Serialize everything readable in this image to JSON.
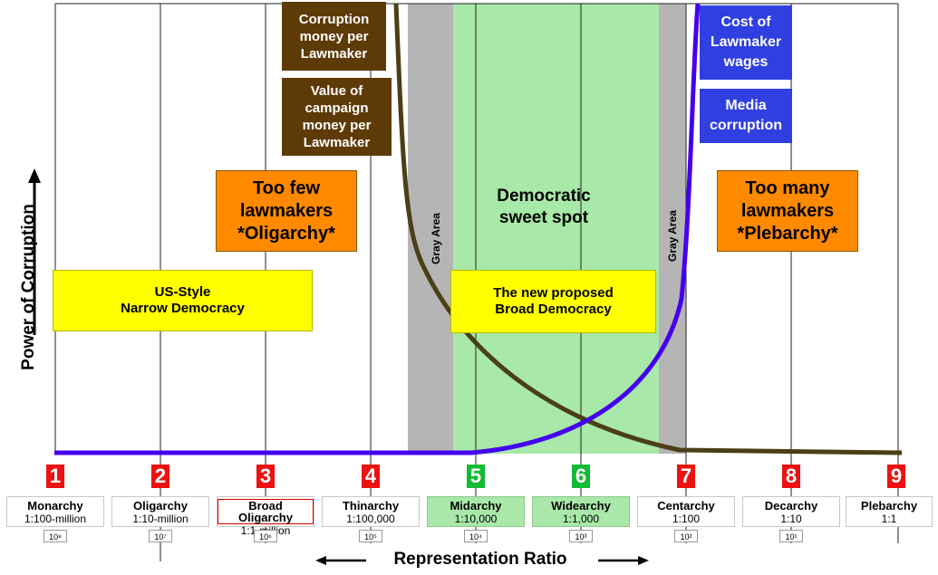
{
  "axes": {
    "x_label": "Representation Ratio",
    "y_label": "Power of Corruption"
  },
  "zones": {
    "gray_left": "Gray Area",
    "gray_right": "Gray Area",
    "sweet_spot": "Democratic\nsweet spot"
  },
  "boxes": {
    "corruption_money": "Corruption\nmoney per\nLawmaker",
    "campaign_money": "Value of\ncampaign\nmoney per\nLawmaker",
    "lawmaker_wages": "Cost of\nLawmaker\nwages",
    "media_corruption": "Media\ncorruption",
    "too_few": "Too few\nlawmakers\n*Oligarchy*",
    "too_many": "Too many\nlawmakers\n*Plebarchy*",
    "us_style": "US-Style\nNarrow Democracy",
    "proposed": "The new proposed\nBroad Democracy"
  },
  "levels": [
    {
      "num": "1",
      "name": "Monarchy",
      "ratio": "1:100-million",
      "exp": "10⁸",
      "color": "#ee1111"
    },
    {
      "num": "2",
      "name": "Oligarchy",
      "ratio": "1:10-million",
      "exp": "10⁷",
      "color": "#ee1111"
    },
    {
      "num": "3",
      "name": "Broad Oligarchy",
      "ratio": "1:1-million",
      "exp": "10⁶",
      "color": "#ee1111"
    },
    {
      "num": "4",
      "name": "Thinarchy",
      "ratio": "1:100,000",
      "exp": "10⁵",
      "color": "#ee1111"
    },
    {
      "num": "5",
      "name": "Midarchy",
      "ratio": "1:10,000",
      "exp": "10⁴",
      "color": "#11bb33"
    },
    {
      "num": "6",
      "name": "Widearchy",
      "ratio": "1:1,000",
      "exp": "10³",
      "color": "#11bb33"
    },
    {
      "num": "7",
      "name": "Centarchy",
      "ratio": "1:100",
      "exp": "10²",
      "color": "#ee1111"
    },
    {
      "num": "8",
      "name": "Decarchy",
      "ratio": "1:10",
      "exp": "10¹",
      "color": "#ee1111"
    },
    {
      "num": "9",
      "name": "Plebarchy",
      "ratio": "1:1",
      "exp": "",
      "color": "#ee1111"
    }
  ],
  "colors": {
    "sweet_spot": "#a8e8a8",
    "gray_area": "#b5b5b5",
    "blue_curve": "#4400ee",
    "brown_curve": "#4a3f16",
    "orange": "#ff8a00",
    "yellow": "#ffff00"
  }
}
